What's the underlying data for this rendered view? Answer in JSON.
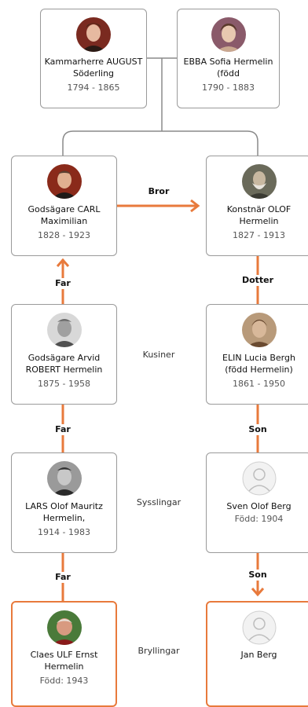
{
  "persons": {
    "august": {
      "name": "Kammarherre AUGUST Söderling",
      "years": "1794 - 1865"
    },
    "ebba": {
      "name": "EBBA Sofia Hermelin (född",
      "years": "1790 - 1883"
    },
    "carl": {
      "name": "Godsägare CARL Maximilian",
      "years": "1828 - 1923"
    },
    "olof": {
      "name": "Konstnär OLOF Hermelin",
      "years": "1827 - 1913"
    },
    "robert": {
      "name": "Godsägare Arvid ROBERT Hermelin",
      "years": "1875 - 1958"
    },
    "elin": {
      "name": "ELIN Lucia Bergh (född Hermelin)",
      "years": "1861 - 1950"
    },
    "lars": {
      "name": "LARS Olof Mauritz Hermelin,",
      "years": "1914 - 1983"
    },
    "sven": {
      "name": "Sven Olof Berg",
      "years": "Född: 1904"
    },
    "ulf": {
      "name": "Claes ULF Ernst Hermelin",
      "years": "Född: 1943"
    },
    "jan": {
      "name": "Jan Berg",
      "years": ""
    }
  },
  "links": {
    "bror": "Bror",
    "far1": "Far",
    "far2": "Far",
    "far3": "Far",
    "dotter": "Dotter",
    "son1": "Son",
    "son2": "Son"
  },
  "relations": {
    "kusiner": "Kusiner",
    "sysslingar": "Sysslingar",
    "bryllingar": "Bryllingar"
  },
  "colors": {
    "accent": "#e87a3c",
    "grey_line": "#8a8a8a",
    "border": "#9a9a9a"
  }
}
